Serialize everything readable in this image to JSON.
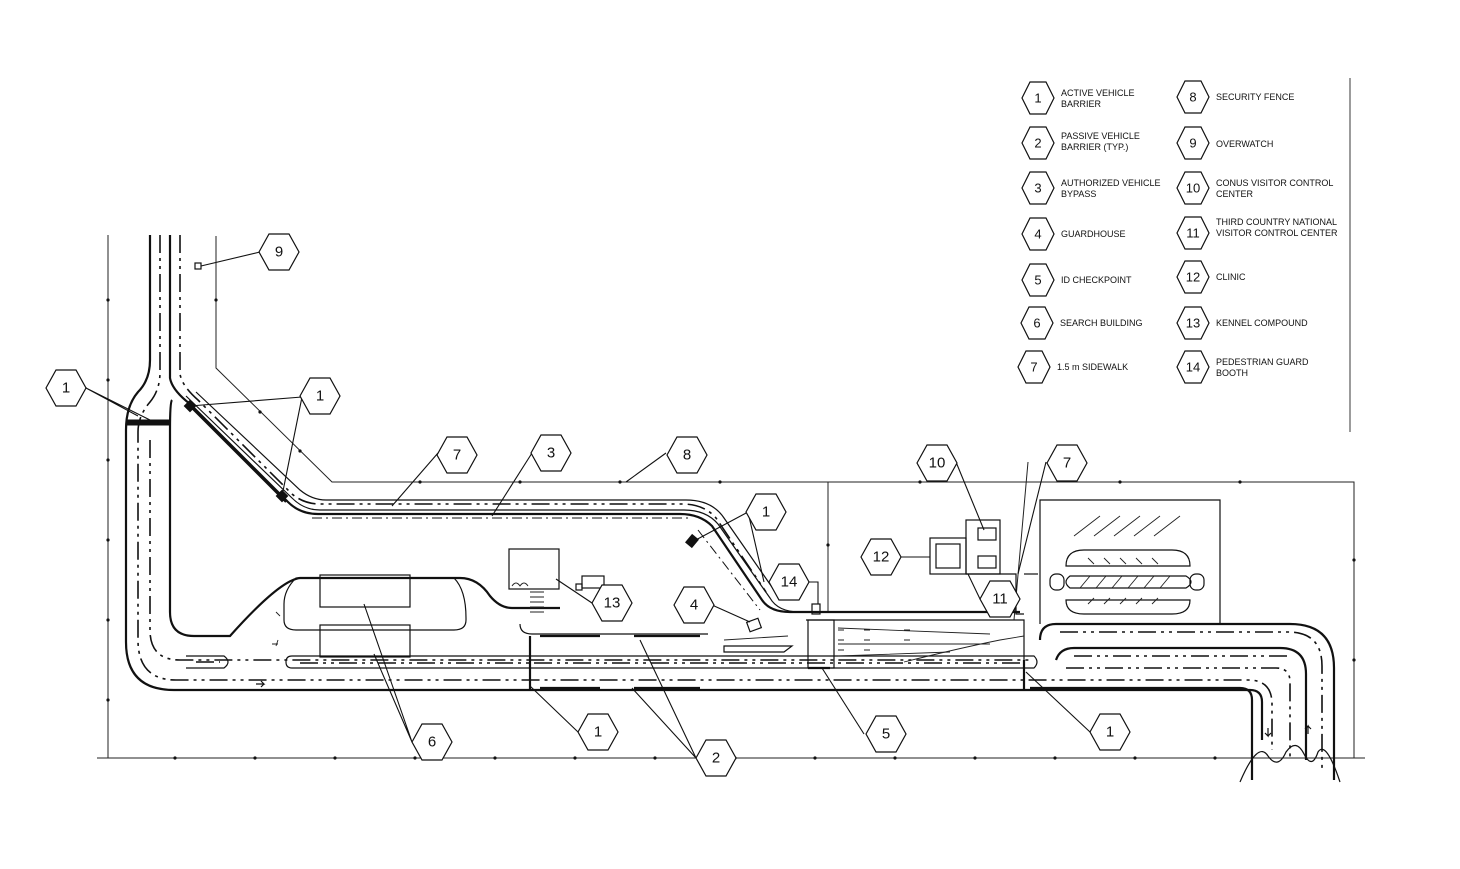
{
  "legend": {
    "items": [
      {
        "num": "1",
        "lines": [
          "ACTIVE VEHICLE",
          "BARRIER"
        ]
      },
      {
        "num": "2",
        "lines": [
          "PASSIVE VEHICLE",
          "BARRIER (TYP.)"
        ]
      },
      {
        "num": "3",
        "lines": [
          "AUTHORIZED VEHICLE",
          "BYPASS"
        ]
      },
      {
        "num": "4",
        "lines": [
          "GUARDHOUSE"
        ]
      },
      {
        "num": "5",
        "lines": [
          "ID CHECKPOINT"
        ]
      },
      {
        "num": "6",
        "lines": [
          "SEARCH BUILDING"
        ]
      },
      {
        "num": "7",
        "lines": [
          "1.5 m SIDEWALK"
        ]
      },
      {
        "num": "8",
        "lines": [
          "SECURITY FENCE"
        ]
      },
      {
        "num": "9",
        "lines": [
          "OVERWATCH"
        ]
      },
      {
        "num": "10",
        "lines": [
          "CONUS VISITOR CONTROL",
          "CENTER"
        ]
      },
      {
        "num": "11",
        "lines": [
          "THIRD COUNTRY NATIONAL",
          "VISITOR CONTROL CENTER"
        ]
      },
      {
        "num": "12",
        "lines": [
          "CLINIC"
        ]
      },
      {
        "num": "13",
        "lines": [
          "KENNEL COMPOUND"
        ]
      },
      {
        "num": "14",
        "lines": [
          "PEDESTRIAN GUARD",
          "BOOTH"
        ]
      }
    ]
  },
  "callouts": [
    {
      "num": "9"
    },
    {
      "num": "1"
    },
    {
      "num": "1"
    },
    {
      "num": "7"
    },
    {
      "num": "3"
    },
    {
      "num": "8"
    },
    {
      "num": "1"
    },
    {
      "num": "10"
    },
    {
      "num": "7"
    },
    {
      "num": "12"
    },
    {
      "num": "11"
    },
    {
      "num": "14"
    },
    {
      "num": "4"
    },
    {
      "num": "13"
    },
    {
      "num": "6"
    },
    {
      "num": "1"
    },
    {
      "num": "2"
    },
    {
      "num": "5"
    },
    {
      "num": "1"
    }
  ]
}
